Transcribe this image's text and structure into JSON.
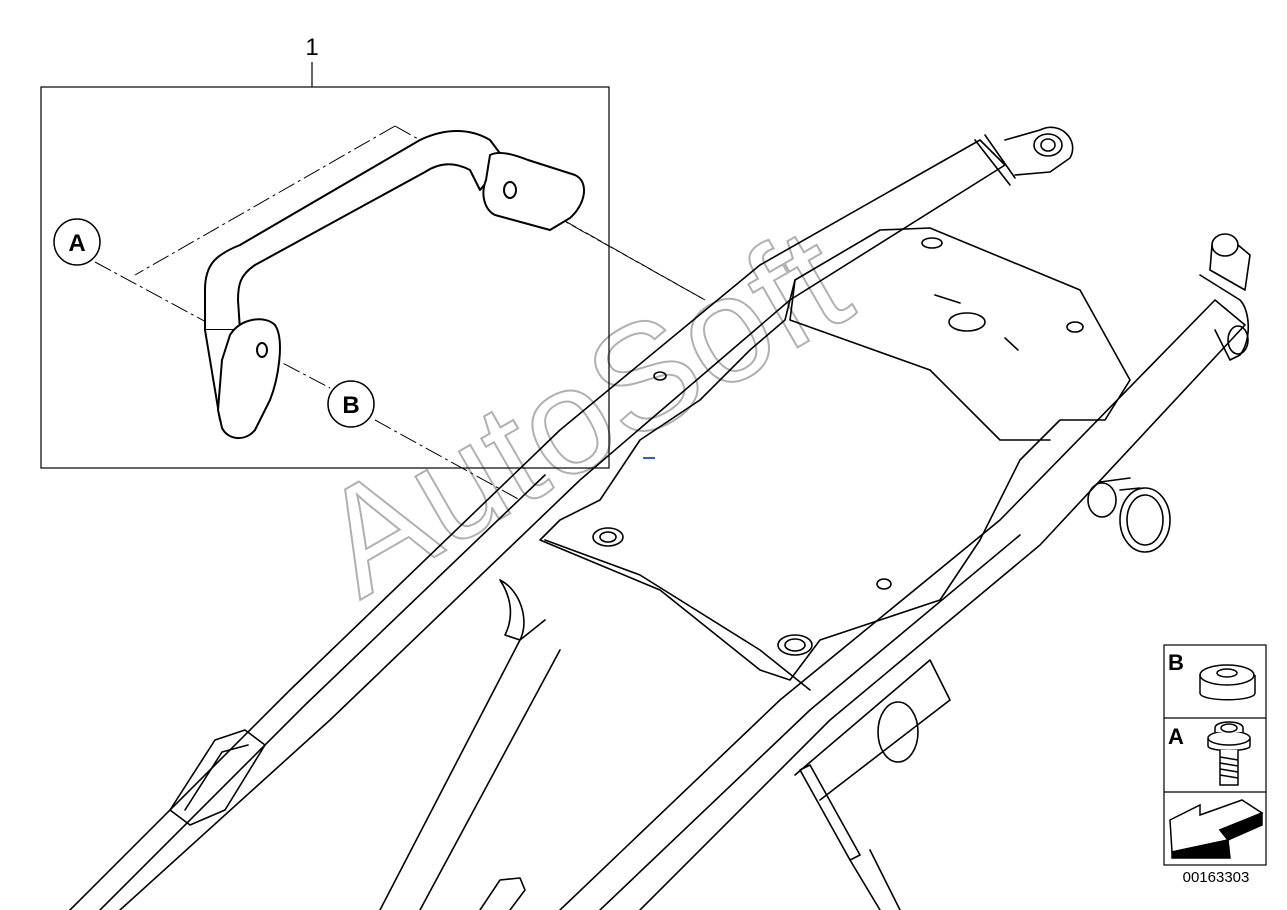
{
  "part_number_label": "1",
  "callouts": {
    "a": "A",
    "b": "B"
  },
  "legend": {
    "b_label": "B",
    "a_label": "A"
  },
  "watermark": "AutoSoft",
  "diagram_code": "00163303",
  "colors": {
    "line": "#000000",
    "watermark": "#b0b0b0",
    "accent_dash": "#3a5bd9"
  }
}
